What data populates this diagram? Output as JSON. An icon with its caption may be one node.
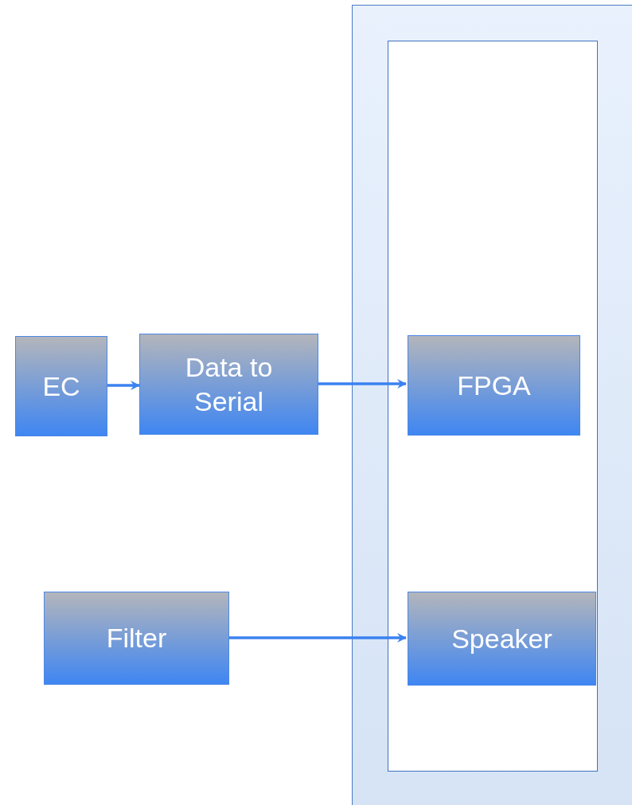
{
  "diagram": {
    "nodes": [
      {
        "text": [],
        "shape": "box"
      },
      {
        "text": [],
        "shape": "box",
        "in": 0
      },
      {
        "text": [
          "EC"
        ]
      },
      {
        "text": [
          "Data to Serial"
        ]
      },
      {
        "text": [
          "FPGA"
        ],
        "in": 1
      },
      {
        "text": [
          "Filter"
        ]
      },
      {
        "text": [
          "Speaker"
        ],
        "in": 1
      }
    ],
    "edges": [
      {
        "from": 2,
        "to": 3,
        "arrow": "to"
      },
      {
        "from": 3,
        "to": 4,
        "arrow": "to"
      },
      {
        "from": 5,
        "to": 6,
        "arrow": "to"
      }
    ]
  }
}
